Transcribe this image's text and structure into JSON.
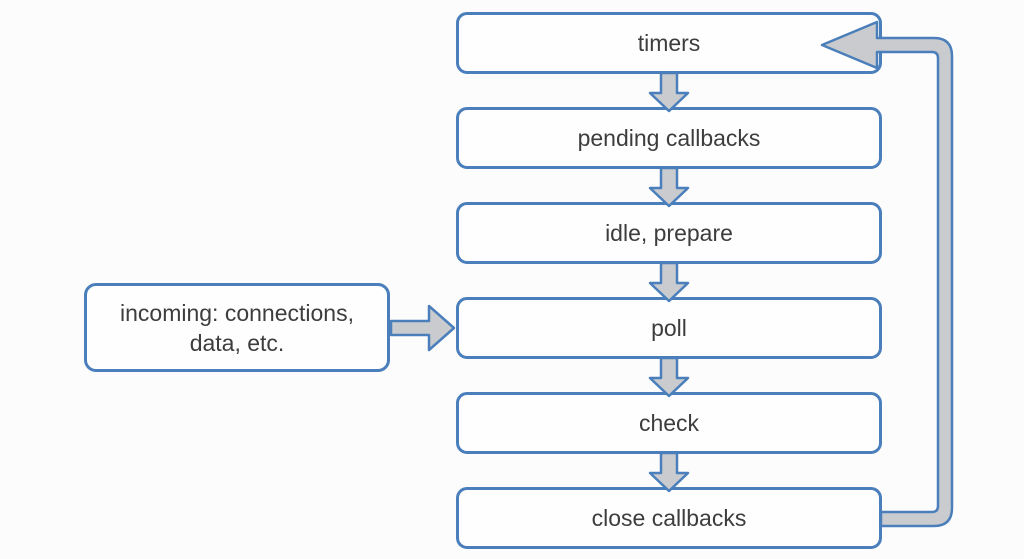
{
  "diagram": {
    "name": "event-loop-phases-flowchart",
    "phases": [
      {
        "label": "timers"
      },
      {
        "label": "pending callbacks"
      },
      {
        "label": "idle, prepare"
      },
      {
        "label": "poll"
      },
      {
        "label": "check"
      },
      {
        "label": "close callbacks"
      }
    ],
    "side_box": {
      "line1": "incoming: connections,",
      "line2": "data, etc."
    },
    "arrows": {
      "down_flow_count": 5,
      "incoming_arrow": "side box to poll",
      "loop_arrow": "close callbacks back to timers"
    },
    "colors": {
      "box_border": "#4a7fbb",
      "box_fill": "#fefefe",
      "arrow_fill": "#c9cbce",
      "arrow_border": "#4a7fbb",
      "text": "#3d3d3d",
      "background": "#fcfcfc"
    }
  }
}
